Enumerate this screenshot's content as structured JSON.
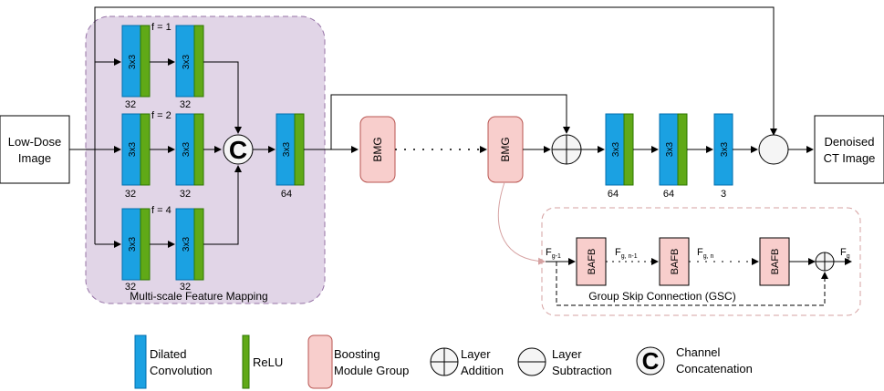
{
  "colors": {
    "dilated_conv": "#1ba1e2",
    "relu": "#60a917",
    "bmg_fill": "#f8cecc",
    "bmg_stroke": "#b85450",
    "msfm_fill": "#e1d5e7",
    "msfm_stroke": "#9673a6",
    "gsc_stroke": "#d6a2a2",
    "circle_fill": "#f5f5f5"
  },
  "input": {
    "line1": "Low-Dose",
    "line2": "Image"
  },
  "output": {
    "line1": "Denoised",
    "line2": "CT Image"
  },
  "msfm": {
    "title": "Multi-scale Feature Mapping",
    "branches": [
      {
        "f_label": "f = 1",
        "ch1": "32",
        "ch2": "32"
      },
      {
        "f_label": "f = 2",
        "ch1": "32",
        "ch2": "32"
      },
      {
        "f_label": "f = 4",
        "ch1": "32",
        "ch2": "32"
      }
    ],
    "conv_label": "3x3",
    "concat_symbol": "C",
    "fused_conv": {
      "label": "3x3",
      "ch": "64"
    }
  },
  "bmg": {
    "label1": "BMG",
    "label2": "BMG"
  },
  "tail_convs": [
    {
      "label": "3x3",
      "ch": "64"
    },
    {
      "label": "3x3",
      "ch": "64"
    },
    {
      "label": "3x3",
      "ch": "3"
    }
  ],
  "gsc": {
    "title": "Group Skip Connection (GSC)",
    "block_label": "BAFB",
    "f_in": {
      "main": "F",
      "sub": "g-1"
    },
    "f_n1": {
      "main": "F",
      "sub": "g, n-1"
    },
    "f_n": {
      "main": "F",
      "sub": "g, n"
    },
    "f_out": {
      "main": "F",
      "sub": "g"
    }
  },
  "legend": {
    "dilated": {
      "line1": "Dilated",
      "line2": "Convolution"
    },
    "relu": "ReLU",
    "bmg": {
      "line1": "Boosting",
      "line2": "Module Group"
    },
    "addition": {
      "line1": "Layer",
      "line2": "Addition"
    },
    "subtraction": {
      "line1": "Layer",
      "line2": "Subtraction"
    },
    "concat": {
      "line1": "Channel",
      "line2": "Concatenation"
    }
  }
}
